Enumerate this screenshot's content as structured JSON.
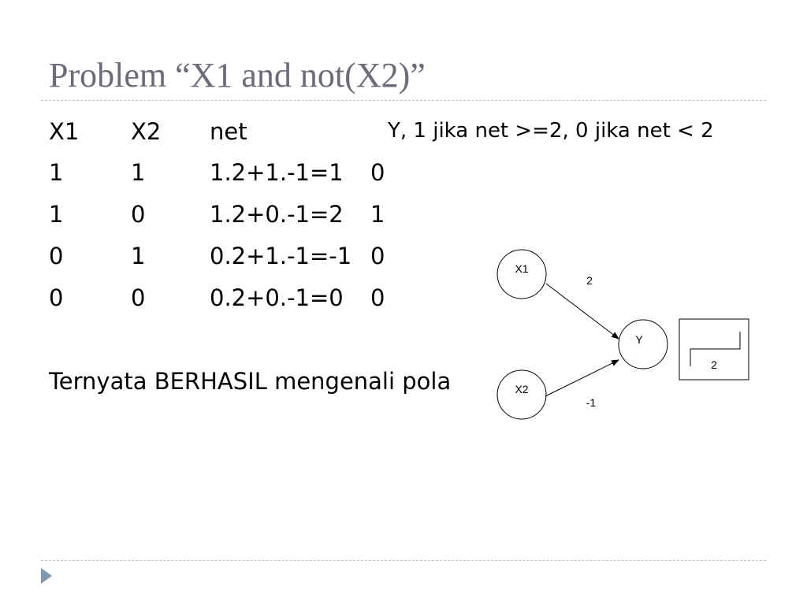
{
  "slide": {
    "title": "Problem “X1 and not(X2)”"
  },
  "table": {
    "headers": [
      "X1",
      "X2",
      "net",
      "Y, 1 jika net >=2, 0 jika net < 2"
    ],
    "rows": [
      [
        "1",
        "1",
        "1.2+1.-1=1",
        "0"
      ],
      [
        "1",
        "0",
        "1.2+0.-1=2",
        "1"
      ],
      [
        "0",
        "1",
        "0.2+1.-1=-1",
        "0"
      ],
      [
        "0",
        "0",
        "0.2+0.-1=0",
        "0"
      ]
    ]
  },
  "conclusion": "Ternyata BERHASIL mengenali pola",
  "diagram": {
    "nodes": {
      "x1": "X1",
      "x2": "X2",
      "y": "Y"
    },
    "weights": {
      "x1_y": "2",
      "x2_y": "-1"
    },
    "threshold": "2"
  },
  "colors": {
    "title": "#6b6b7b",
    "rule": "#b8c4cc",
    "nav_arrow": "#7f9ab0"
  },
  "icons": {
    "nav": "play-arrow-icon"
  }
}
